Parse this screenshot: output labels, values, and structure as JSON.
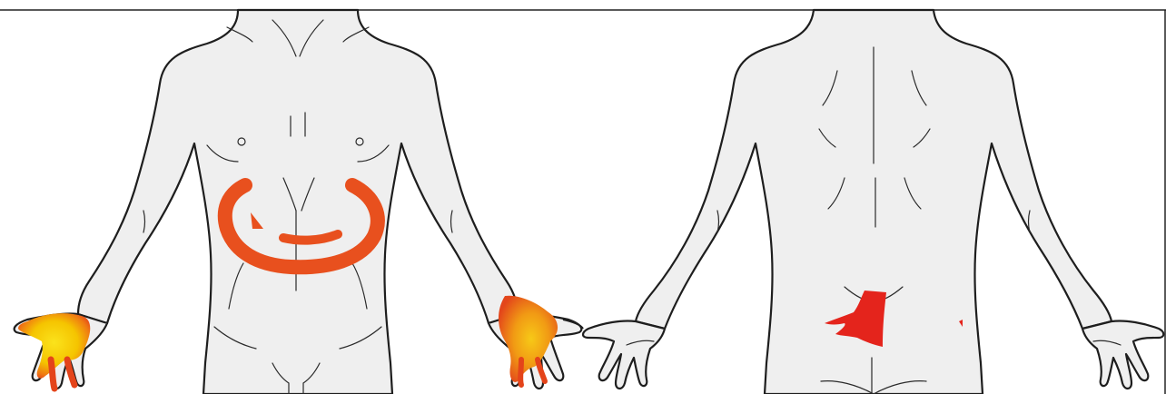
{
  "figure": {
    "views": [
      "front",
      "back"
    ],
    "background": "#ffffff",
    "body_fill": "#efefef",
    "outline_color": "#1e1e1e"
  },
  "pain_regions": [
    {
      "id": "upper-abdomen-ring",
      "view": "front",
      "color": "#e8501e"
    },
    {
      "id": "right-hand-palm",
      "view": "front",
      "color": "#f5c400"
    },
    {
      "id": "left-hand-palm",
      "view": "front",
      "color": "#f39a10"
    },
    {
      "id": "lower-back",
      "view": "back",
      "color": "#e4241c"
    }
  ]
}
